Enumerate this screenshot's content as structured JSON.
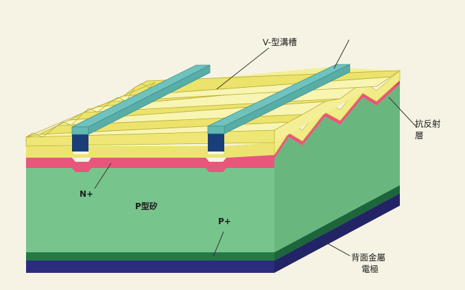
{
  "colors": {
    "background": "#f6f3e4",
    "metal_cyan": "#6fc2bd",
    "contact_navy": "#1a3e78",
    "yellow_top": "#f2ec86",
    "yellow_face": "#ebe470",
    "antireflection_pink": "#e8567c",
    "p_silicon_green": "#78c48d",
    "p_plus_dark_green": "#247a45",
    "back_metal_navy": "#2b2d7c"
  },
  "labels": {
    "v_groove": "V-型溝槽",
    "antireflection_line1": "抗反射",
    "antireflection_line2": "層",
    "n_plus": "N+",
    "p_silicon": "P型矽",
    "p_plus": "P+",
    "back_metal_line1": "背面金屬",
    "back_metal_line2": "電極"
  }
}
